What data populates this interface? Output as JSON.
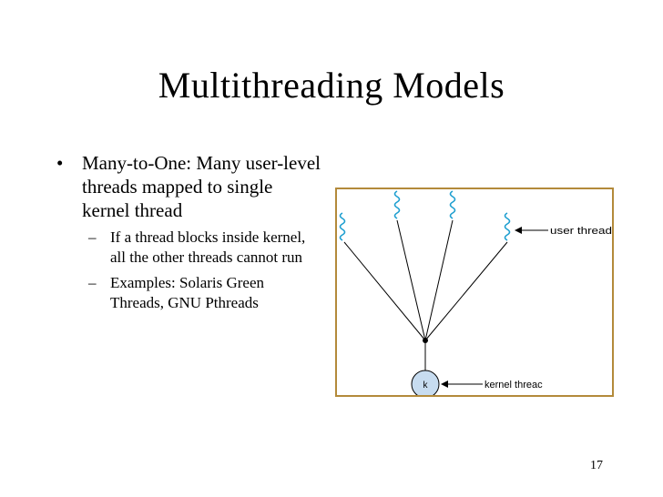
{
  "slide": {
    "title": "Multithreading Models",
    "bullet": {
      "text": "Many-to-One: Many user-level threads mapped to single kernel thread",
      "sub_bullets": [
        "If a thread blocks inside kernel, all the other threads cannot run",
        "Examples: Solaris Green Threads, GNU Pthreads"
      ]
    },
    "diagram": {
      "user_thread_label": "user thread",
      "kernel_thread_label": "kernel threac",
      "kernel_node_label": "k",
      "colors": {
        "frame": "#b38a3a",
        "thread": "#1e9fd0",
        "node": "#c7dcf0"
      }
    },
    "page_number": "17"
  }
}
